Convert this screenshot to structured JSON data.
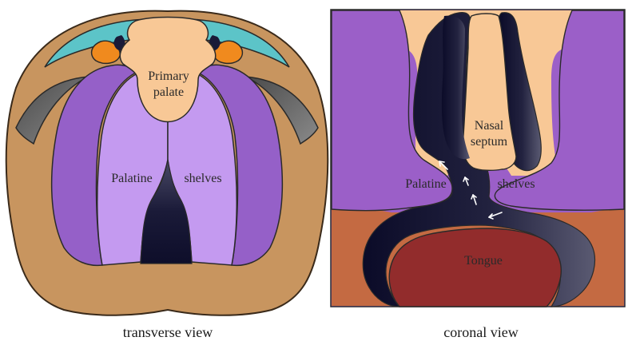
{
  "figure": {
    "transverse": {
      "caption": "transverse view",
      "labels": {
        "primary_palate_line1": "Primary",
        "primary_palate_line2": "palate",
        "palatine": "Palatine",
        "shelves": "shelves"
      }
    },
    "coronal": {
      "caption": "coronal view",
      "labels": {
        "nasal_septum_line1": "Nasal",
        "nasal_septum_line2": "septum",
        "palatine": "Palatine",
        "shelves": "shelves",
        "tongue": "Tongue"
      }
    }
  },
  "colors": {
    "head_tissue": "#c8955f",
    "teal": "#5cc4c8",
    "orange": "#f08a1e",
    "primary_palate": "#f8c896",
    "shelf_dark": "#9560c8",
    "shelf_light": "#c49af0",
    "grey_structure": "#646464",
    "cavity_dark": "#141432",
    "coronal_purple": "#9b5fc8",
    "coronal_orange": "#c46a42",
    "tongue": "#922c2c",
    "outline": "#2a2a2a"
  },
  "icons": {
    "arrows": "airflow-arrow-icon"
  }
}
